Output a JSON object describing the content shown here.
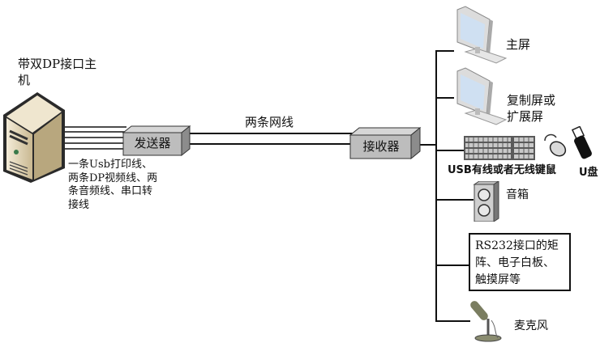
{
  "host": {
    "title_line1": "带双DP接口主",
    "title_line2": "机",
    "cables_line1": "一条Usb打印线、",
    "cables_line2": "两条DP视频线、两",
    "cables_line3": "条音频线、串口转",
    "cables_line4": "接线"
  },
  "sender": {
    "label": "发送器"
  },
  "link": {
    "label": "两条网线"
  },
  "receiver": {
    "label": "接收器"
  },
  "outputs": {
    "main_screen": "主屏",
    "copy_screen_line1": "复制屏或",
    "copy_screen_line2": "扩展屏",
    "keyboard_mouse": "USB有线或者无线键鼠",
    "usb_drive": "U盘",
    "speaker": "音箱",
    "rs232_line1": "RS232接口的矩",
    "rs232_line2": "阵、电子白板、",
    "rs232_line3": "触摸屏等",
    "microphone": "麦克风"
  }
}
